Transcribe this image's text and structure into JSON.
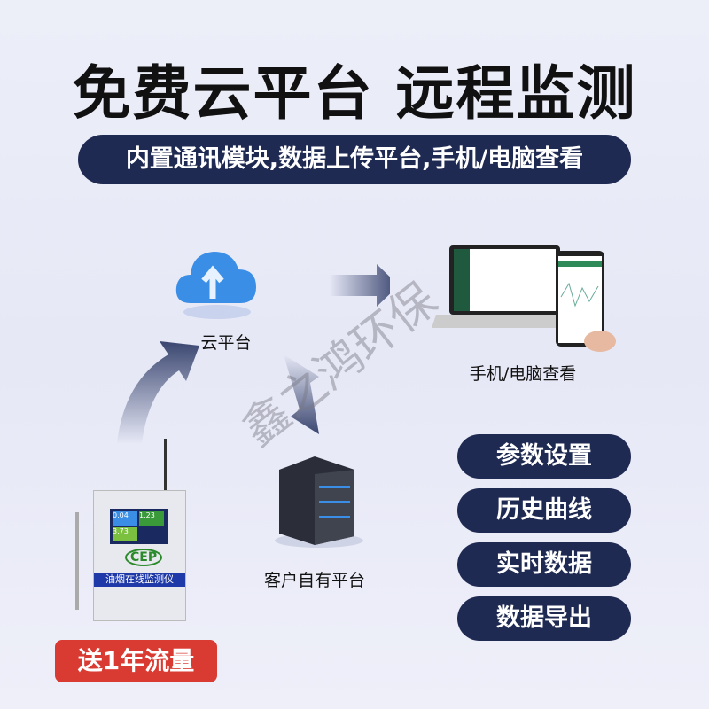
{
  "title": "免费云平台 远程监测",
  "subtitle": "内置通讯模块,数据上传平台,手机/电脑查看",
  "nodes": {
    "cloud": "云平台",
    "view": "手机/电脑查看",
    "server": "客户自有平台"
  },
  "device": {
    "label": "油烟在线监测仪",
    "logo": "CEP",
    "readings": [
      "0.04",
      "1.23",
      "3.73"
    ]
  },
  "features": [
    "参数设置",
    "历史曲线",
    "实时数据",
    "数据导出"
  ],
  "badge": "送1年流量",
  "watermark": "鑫之鸿环保",
  "colors": {
    "pill": "#1f2a52",
    "badge": "#d93a32"
  }
}
